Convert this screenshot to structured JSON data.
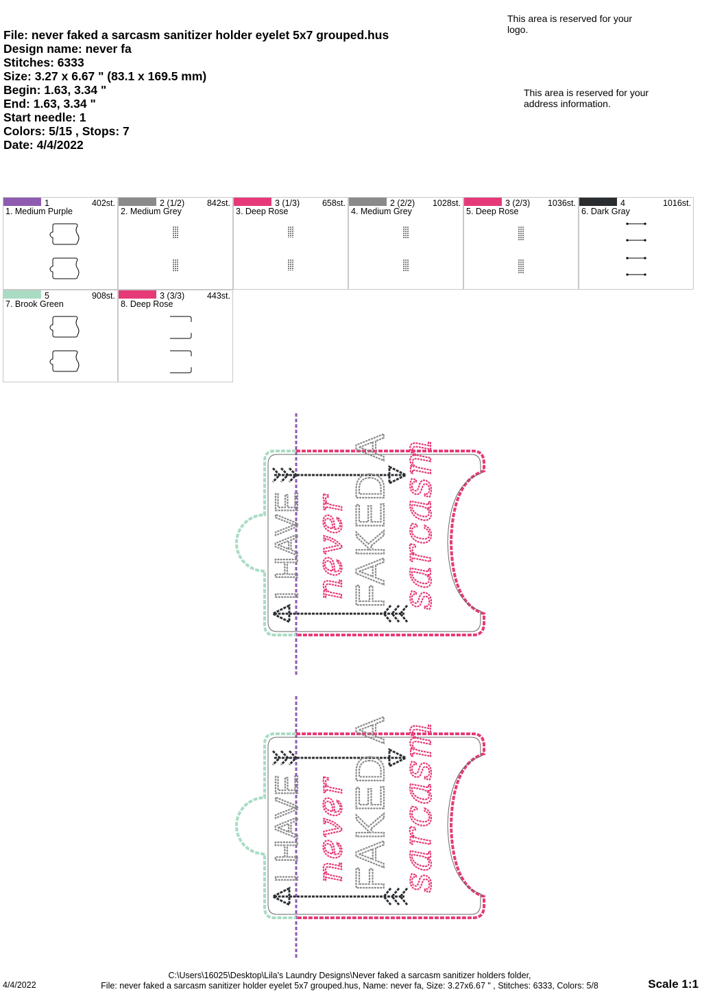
{
  "header": {
    "file": "File: never faked a sarcasm sanitizer holder eyelet 5x7 grouped.hus",
    "design_name": "Design name: never fa",
    "stitches": "Stitches: 6333",
    "size": "Size: 3.27 x 6.67 \" (83.1 x 169.5 mm)",
    "begin": "Begin: 1.63, 3.34 \"",
    "end": "End: 1.63, 3.34 \"",
    "start_needle": "Start needle: 1",
    "colors_stops": "Colors: 5/15 , Stops: 7",
    "date": "Date: 4/4/2022"
  },
  "notes": {
    "logo": "This area is reserved for your logo.",
    "address": "This area is reserved for your address information."
  },
  "palette": [
    {
      "needle": "1",
      "stitches": "402st.",
      "name": "1. Medium Purple",
      "color": "#8e5bb0",
      "thumb": "outline"
    },
    {
      "needle": "2 (1/2)",
      "stitches": "842st.",
      "name": "2. Medium Grey",
      "color": "#8a8a8a",
      "thumb": "text-a"
    },
    {
      "needle": "3 (1/3)",
      "stitches": "658st.",
      "name": "3. Deep Rose",
      "color": "#e63a78",
      "thumb": "text-b"
    },
    {
      "needle": "2 (2/2)",
      "stitches": "1028st.",
      "name": "4. Medium Grey",
      "color": "#8a8a8a",
      "thumb": "text-c"
    },
    {
      "needle": "3 (2/3)",
      "stitches": "1036st.",
      "name": "5. Deep Rose",
      "color": "#e63a78",
      "thumb": "text-d"
    },
    {
      "needle": "4",
      "stitches": "1016st.",
      "name": "6. Dark Gray",
      "color": "#2b2e31",
      "thumb": "arrows"
    },
    {
      "needle": "5",
      "stitches": "908st.",
      "name": "7. Brook Green",
      "color": "#a9dcc3",
      "thumb": "outline"
    },
    {
      "needle": "3 (3/3)",
      "stitches": "443st.",
      "name": "8. Deep Rose",
      "color": "#e63a78",
      "thumb": "brackets"
    }
  ],
  "design_text": {
    "line1": "I HAVE",
    "line2": "never",
    "line3": "FAKED A",
    "line4": "sarcasm"
  },
  "colors": {
    "purple": "#8e5bb0",
    "grey": "#8a8a8a",
    "rose": "#e63a78",
    "dark": "#2b2e31",
    "green": "#a9dcc3"
  },
  "footer": {
    "date": "4/4/2022",
    "path_line1": "C:\\Users\\16025\\Desktop\\Lila's Laundry Designs\\Never faked a sarcasm sanitizer holders folder,",
    "path_line2": "File: never faked a sarcasm sanitizer holder eyelet 5x7 grouped.hus, Name: never fa, Size: 3.27x6.67 \" , Stitches: 6333, Colors: 5/8",
    "scale": "Scale 1:1"
  }
}
